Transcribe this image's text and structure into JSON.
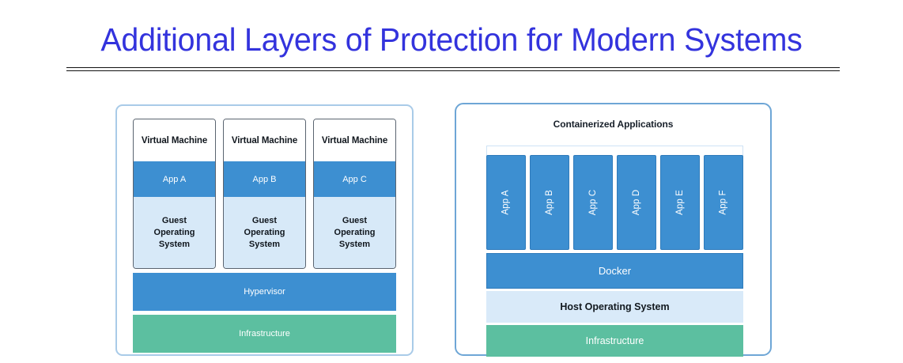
{
  "slide": {
    "title": "Additional Layers of Protection for Modern Systems",
    "title_color": "#3333dd"
  },
  "colors": {
    "app_blue": "#3d8fd1",
    "light_blue": "#d7e9f8",
    "green": "#5cbfa0",
    "vm_card_border": "#a9cbe8",
    "container_card_border": "#6ea6d6",
    "bracket": "#cfe3f5"
  },
  "vm_diagram": {
    "name": "virtual-machine-architecture",
    "machines": [
      {
        "title": "Virtual Machine",
        "app": "App A",
        "guest_os": "Guest\nOperating\nSystem"
      },
      {
        "title": "Virtual Machine",
        "app": "App B",
        "guest_os": "Guest\nOperating\nSystem"
      },
      {
        "title": "Virtual Machine",
        "app": "App C",
        "guest_os": "Guest\nOperating\nSystem"
      }
    ],
    "guest_os_lines": [
      "Guest",
      "Operating",
      "System"
    ],
    "hypervisor": "Hypervisor",
    "infrastructure": "Infrastructure"
  },
  "container_diagram": {
    "name": "container-architecture",
    "heading": "Containerized Applications",
    "apps": [
      "App A",
      "App B",
      "App C",
      "App D",
      "App E",
      "App F"
    ],
    "docker": "Docker",
    "host_os": "Host Operating System",
    "infrastructure": "Infrastructure"
  }
}
